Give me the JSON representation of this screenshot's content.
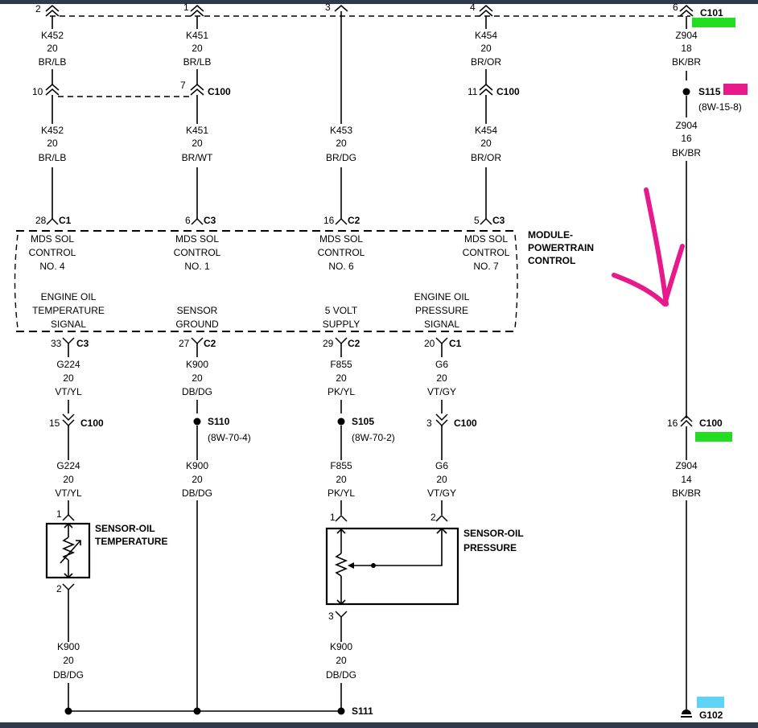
{
  "module": {
    "line1": "MODULE-",
    "line2": "POWERTRAIN",
    "line3": "CONTROL"
  },
  "pins_top": [
    "2",
    "1",
    "3",
    "4",
    "6"
  ],
  "c101": "C101",
  "c100": "C100",
  "c1": "C1",
  "c2": "C2",
  "c3": "C3",
  "wires_top": {
    "w1": [
      "K452",
      "20",
      "BR/LB"
    ],
    "w2": [
      "K451",
      "20",
      "BR/LB"
    ],
    "w4": [
      "K454",
      "20",
      "BR/OR"
    ],
    "w5": [
      "Z904",
      "18",
      "BK/BR"
    ]
  },
  "c100_pins_top": [
    "10",
    "7",
    "11"
  ],
  "splice_s115": {
    "name": "S115",
    "ref": "(8W-15-8)"
  },
  "wires_mid": {
    "w1": [
      "K452",
      "20",
      "BR/LB"
    ],
    "w2": [
      "K451",
      "20",
      "BR/WT"
    ],
    "w3": [
      "K453",
      "20",
      "BR/DG"
    ],
    "w4": [
      "K454",
      "20",
      "BR/OR"
    ],
    "w5": [
      "Z904",
      "16",
      "BK/BR"
    ]
  },
  "pcm_pins_top": [
    "28",
    "6",
    "16",
    "5"
  ],
  "pcm_funcs_top": [
    [
      "MDS SOL",
      "CONTROL",
      "NO. 4"
    ],
    [
      "MDS SOL",
      "CONTROL",
      "NO. 1"
    ],
    [
      "MDS SOL",
      "CONTROL",
      "NO. 6"
    ],
    [
      "MDS SOL",
      "CONTROL",
      "NO. 7"
    ]
  ],
  "pcm_funcs_bottom": [
    [
      "ENGINE OIL",
      "TEMPERATURE",
      "SIGNAL"
    ],
    [
      "SENSOR",
      "GROUND"
    ],
    [
      "5 VOLT",
      "SUPPLY"
    ],
    [
      "ENGINE OIL",
      "PRESSURE",
      "SIGNAL"
    ]
  ],
  "pcm_pins_bottom": [
    "33",
    "27",
    "29",
    "20"
  ],
  "wires_low1": {
    "a": [
      "G224",
      "20",
      "VT/YL"
    ],
    "b": [
      "K900",
      "20",
      "DB/DG"
    ],
    "c": [
      "F855",
      "20",
      "PK/YL"
    ],
    "d": [
      "G6",
      "20",
      "VT/GY"
    ]
  },
  "c100_pins_low": [
    "15",
    "3",
    "16"
  ],
  "splice_s110": {
    "name": "S110",
    "ref": "(8W-70-4)"
  },
  "splice_s105": {
    "name": "S105",
    "ref": "(8W-70-2)"
  },
  "wires_low2": {
    "a": [
      "G224",
      "20",
      "VT/YL"
    ],
    "b": [
      "K900",
      "20",
      "DB/DG"
    ],
    "c": [
      "F855",
      "20",
      "PK/YL"
    ],
    "d": [
      "G6",
      "20",
      "VT/GY"
    ],
    "e": [
      "Z904",
      "14",
      "BK/BR"
    ]
  },
  "sensor_temp": {
    "line1": "SENSOR-OIL",
    "line2": "TEMPERATURE",
    "pin_top": "1",
    "pin_bottom": "2"
  },
  "sensor_press": {
    "line1": "SENSOR-OIL",
    "line2": "PRESSURE",
    "pin_a": "1",
    "pin_b": "2",
    "pin_c": "3"
  },
  "wires_bottom": {
    "a": [
      "K900",
      "20",
      "DB/DG"
    ],
    "c": [
      "K900",
      "20",
      "DB/DG"
    ]
  },
  "splice_s111": {
    "name": "S111"
  },
  "ground": {
    "name": "G102"
  },
  "highlight_colors": {
    "green": "#22dd22",
    "magenta": "#e8198b",
    "cyan": "#5fd3f3"
  }
}
